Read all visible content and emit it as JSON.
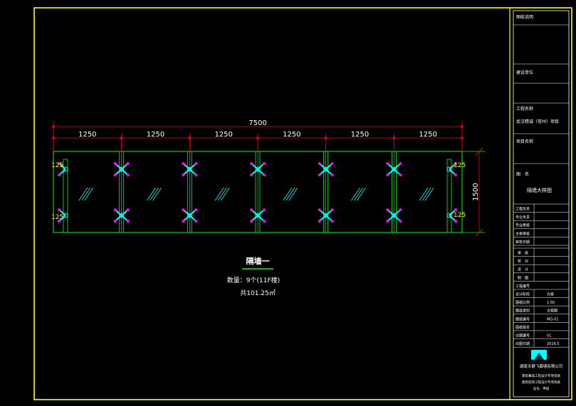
{
  "drawing": {
    "overall_dim": "7500",
    "segment_dims": [
      "1250",
      "1250",
      "1250",
      "1250",
      "1250",
      "1250"
    ],
    "height_dim": "1500",
    "edge_dim": "125",
    "title": "隔墙一",
    "quantity": "数量：9个(11F楼)",
    "area": "共101.25㎡"
  },
  "title_block": {
    "rows_top": [
      "图纸说明",
      "建设单位",
      "工程名称",
      "武汉精诚（常州）项目",
      "项目名称"
    ],
    "drawing_name_label": "图　名",
    "drawing_name": "隔墙大样图",
    "info_rows": [
      "工程负责",
      "专业负责",
      "专业审核",
      "主审审核",
      "审核日期"
    ],
    "roles": [
      {
        "label": "审　核",
        "value": ""
      },
      {
        "label": "校　对",
        "value": ""
      },
      {
        "label": "设　计",
        "value": ""
      },
      {
        "label": "制　图",
        "value": ""
      }
    ],
    "project_no_label": "工程编号",
    "meta": [
      {
        "label": "设计阶段",
        "value": "方案"
      },
      {
        "label": "图纸比例",
        "value": "1:50"
      },
      {
        "label": "图纸类别",
        "value": "方案图"
      },
      {
        "label": "图纸编号",
        "value": "MQ-01"
      },
      {
        "label": "图纸版本",
        "value": ""
      },
      {
        "label": "出图编号",
        "value": "01"
      },
      {
        "label": "出图日期",
        "value": "2016.5"
      }
    ],
    "company": "湖南天健飞幕墙有限公司",
    "cert_lines": [
      "建筑幕墙工程设计专项资质",
      "建筑装饰工程设计专项资质",
      "证号：甲级"
    ]
  },
  "colors": {
    "frame": "#ffff00",
    "dim": "#ff0000",
    "dim_text": "#ffffff",
    "panel": "#00ff00",
    "fitting": "#00ffff",
    "accent": "#ff00ff"
  }
}
